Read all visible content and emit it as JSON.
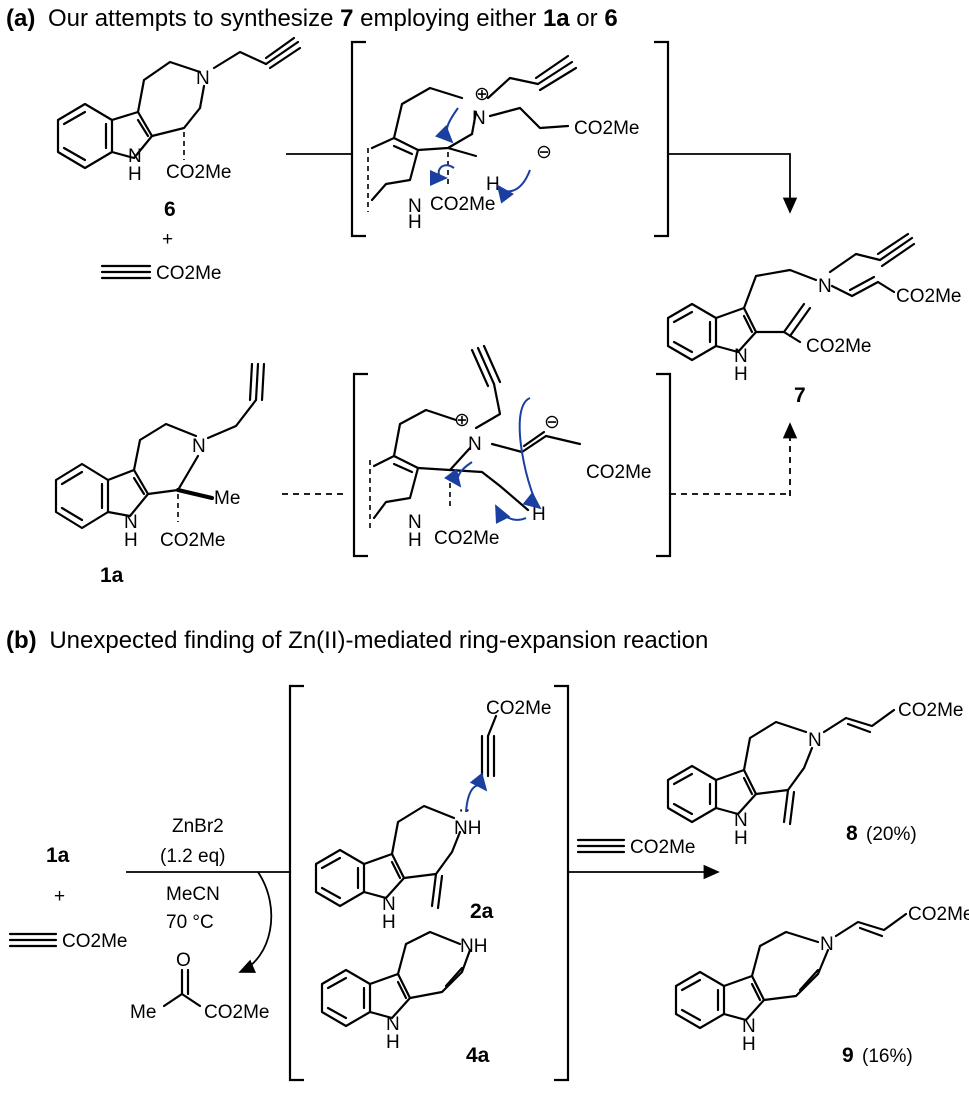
{
  "panel_a": {
    "heading_tag": "(a)",
    "heading_parts": [
      "Our attempts to synthesize ",
      "7",
      " employing either ",
      "1a",
      " or ",
      "6"
    ],
    "compound_6": {
      "label": "6",
      "ester": "CO2Me",
      "nh": "N",
      "h": "H"
    },
    "plus": "+",
    "propiolate": "CO2Me",
    "intermediate_top": {
      "ester_right": "CO2Me",
      "ester_down": "CO2Me",
      "h": "H",
      "plus_charge": "⊕",
      "minus_charge": "⊖"
    },
    "compound_7": {
      "label": "7",
      "ester_right": "CO2Me",
      "ester_down": "CO2Me"
    },
    "compound_1a": {
      "label": "1a",
      "me": "Me",
      "ester": "CO2Me"
    },
    "intermediate_bottom": {
      "ester_right": "CO2Me",
      "ester_down": "CO2Me",
      "h": "H"
    }
  },
  "panel_b": {
    "heading_tag": "(b)",
    "heading_text": "Unexpected finding of Zn(II)-mediated ring-expansion reaction",
    "reactant_label": "1a",
    "plus": "+",
    "propiolate": "CO2Me",
    "reagent": "ZnBr2",
    "equiv": "(1.2 eq)",
    "solvent": "MeCN",
    "temperature": "70 °C",
    "byproduct": {
      "me": "Me",
      "ester": "CO2Me",
      "o": "O"
    },
    "intermediate_2a": {
      "label": "2a",
      "ester": "CO2Me"
    },
    "intermediate_4a": {
      "label": "4a"
    },
    "second_reagent": "CO2Me",
    "product_8": {
      "label": "8",
      "yield": "(20%)",
      "ester": "CO2Me"
    },
    "product_9": {
      "label": "9",
      "yield": "(16%)",
      "ester": "CO2Me"
    }
  }
}
